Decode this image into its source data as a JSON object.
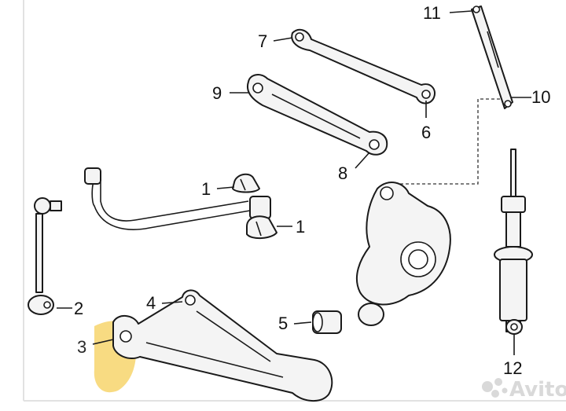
{
  "callouts": {
    "n1": "1",
    "n2": "2",
    "n3": "3",
    "n4": "4",
    "n5": "5",
    "n6": "6",
    "n7": "7",
    "n8": "8",
    "n9": "9",
    "n10": "10",
    "n11": "11",
    "n12": "12"
  },
  "highlight": {
    "part": "3",
    "color": "#f7d774"
  },
  "watermark": {
    "text": "Avito",
    "icon": "avito-dots-icon"
  },
  "colors": {
    "line": "#1a1a1a",
    "part_fill": "#f4f4f4",
    "frame": "#e2e2e2"
  }
}
